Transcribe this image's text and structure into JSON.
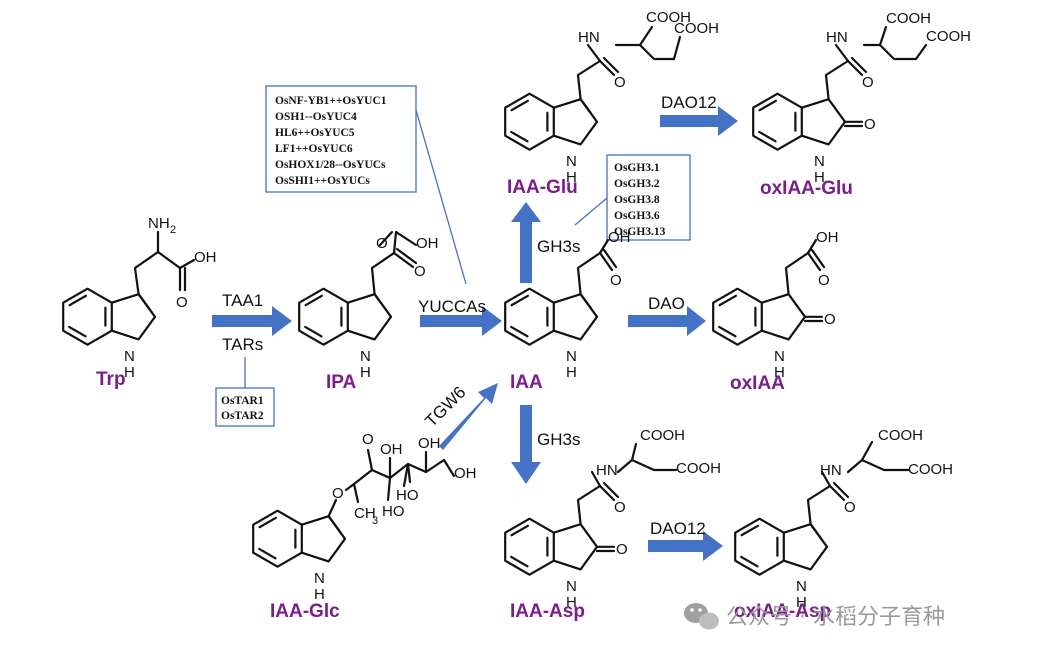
{
  "compounds": {
    "trp": "Trp",
    "ipa": "IPA",
    "iaa": "IAA",
    "oxiaa": "oxIAA",
    "iaa_glu": "IAA-Glu",
    "oxiaa_glu": "oxIAA-Glu",
    "iaa_glc": "IAA-Glc",
    "iaa_asp": "IAA-Asp",
    "oxiaa_asp": "oxIAA-Asp"
  },
  "enzymes": {
    "taa1": "TAA1",
    "tars": "TARs",
    "yuccas": "YUCCAs",
    "tgw6": "TGW6",
    "gh3s_up": "GH3s",
    "gh3s_down": "GH3s",
    "dao": "DAO",
    "dao12_top": "DAO12",
    "dao12_bottom": "DAO12"
  },
  "boxes": {
    "yuc_regulators": [
      "OsNF-YB1++OsYUC1",
      "OSH1--OsYUC4",
      "HL6++OsYUC5",
      "LF1++OsYUC6",
      "OsHOX1/28--OsYUCs",
      "OsSHI1++OsYUCs"
    ],
    "tar_genes": [
      "OsTAR1",
      "OsTAR2"
    ],
    "gh3_genes": [
      "OsGH3.1",
      "OsGH3.2",
      "OsGH3.8",
      "OsGH3.6",
      "OsGH3.13"
    ]
  },
  "atoms": {
    "oh": "OH",
    "nh2": "NH",
    "nh2_sub": "2",
    "h": "H",
    "n": "N",
    "o": "O",
    "hn": "HN",
    "cooh": "COOH",
    "ch3": "CH",
    "ch3_sub": "3",
    "ho": "HO"
  },
  "watermark": "公众号 · 水稻分子育种",
  "colors": {
    "arrow": "#4472c4",
    "compound_label": "#7b1e8c",
    "watermark": "#9a9a9a"
  }
}
